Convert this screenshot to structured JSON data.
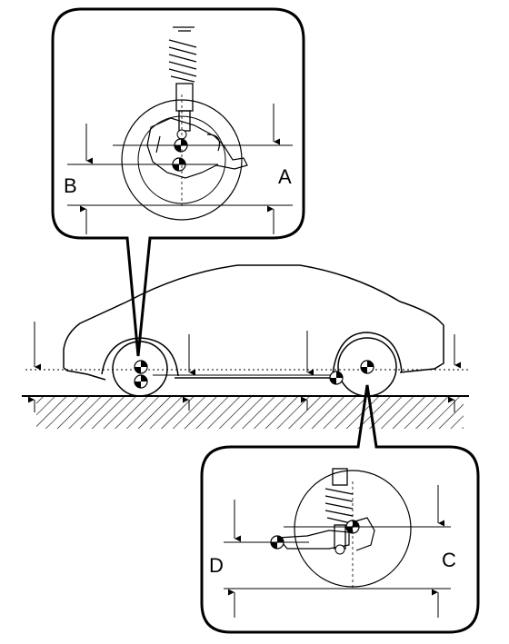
{
  "labels": {
    "a": "A",
    "b": "B",
    "c": "C",
    "d": "D"
  },
  "colors": {
    "ink": "#000000",
    "paper": "#ffffff",
    "ground_hatch": "#000000"
  },
  "icons": {
    "front_suspension": "coil-spring-strut-icon",
    "rear_suspension": "coil-spring-shock-icon",
    "reference_point": "center-marker-icon"
  }
}
